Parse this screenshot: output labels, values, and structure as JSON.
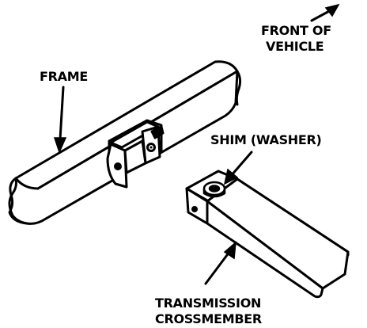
{
  "labels": {
    "front_of_vehicle_line1": "FRONT OF",
    "front_of_vehicle_line2": "VEHICLE",
    "frame": "FRAME",
    "shim": "SHIM (WASHER)",
    "crossmember_line1": "TRANSMISSION",
    "crossmember_line2": "CROSSMEMBER"
  },
  "colors": {
    "ink": "#000000",
    "paper": "#ffffff"
  }
}
